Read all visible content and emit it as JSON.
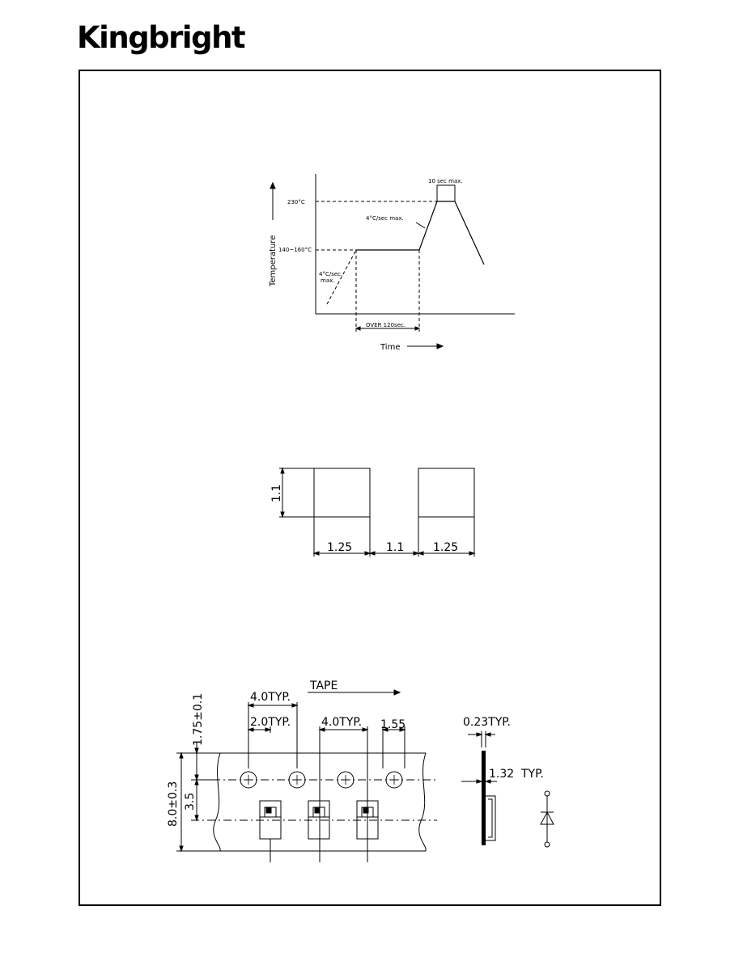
{
  "header": {
    "logo_text": "Kingbright"
  },
  "reflow": {
    "peak_temp": "230°C",
    "soak_temp": "140~160°C",
    "peak_time": "10 sec max.",
    "ramp_rate": "4°C/sec max.",
    "preheat_rate_line1": "4°C/sec.",
    "preheat_rate_line2": "max.",
    "soak_time": "OVER 120sec.",
    "y_label": "Temperature",
    "x_label": "Time"
  },
  "pads": {
    "height": "1.1",
    "pad_width_left": "1.25",
    "gap": "1.1",
    "pad_width_right": "1.25"
  },
  "tape": {
    "direction": "TAPE",
    "pitch_top": "4.0TYP.",
    "half_pitch": "2.0TYP.",
    "pitch": "4.0TYP.",
    "hole_dia": "1.55",
    "edge_offset": "1.75±0.1",
    "tape_width": "8.0±0.3",
    "row_offset": "3.5",
    "thickness": "0.23TYP.",
    "depth_value": "1.32",
    "depth_unit": "TYP."
  }
}
